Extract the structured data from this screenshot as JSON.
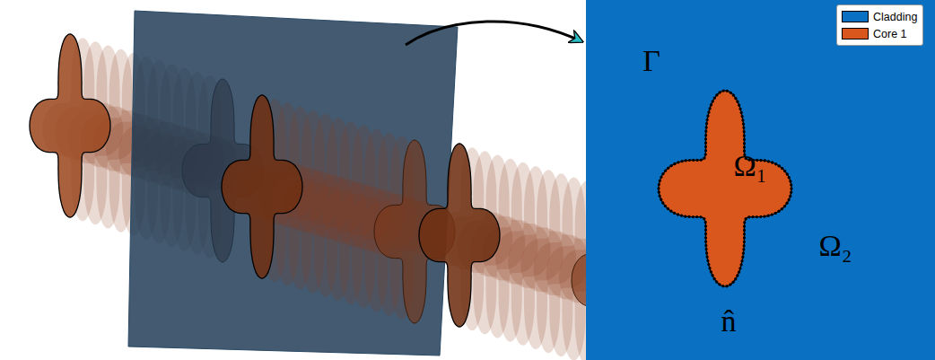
{
  "diagram": {
    "nodes": [
      {
        "text": [
          "Ω₂"
        ]
      },
      {
        "text": [
          "Ω₁"
        ],
        "in": 0
      }
    ],
    "labels": [
      "Γ",
      "n̂"
    ],
    "legend": [
      {
        "text": "Cladding",
        "color": "#0a70c2"
      },
      {
        "text": "Core 1",
        "color": "#d9561c"
      }
    ]
  }
}
